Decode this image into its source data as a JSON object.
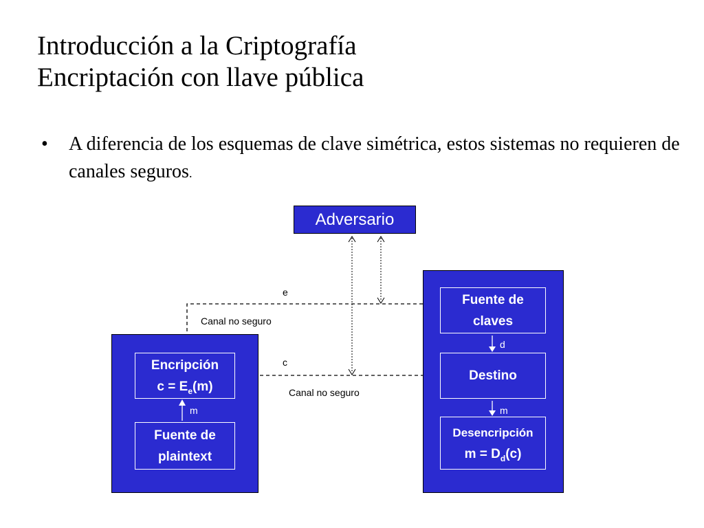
{
  "slide": {
    "title_line1": "Introducción a la Criptografía",
    "title_line2": "Encriptación con llave pública",
    "bullet_symbol": "•",
    "bullet_text": "A diferencia de los esquemas de clave simétrica, estos sistemas no requieren de canales seguros",
    "bullet_period": "."
  },
  "diagram": {
    "adversary": "Adversario",
    "sender": {
      "encryption_title": "Encripción",
      "encryption_formula_prefix": "c = E",
      "encryption_formula_sub": "e",
      "encryption_formula_suffix": "(m)",
      "plaintext_source_line1": "Fuente de",
      "plaintext_source_line2": "plaintext",
      "arrow_label_m": "m"
    },
    "receiver": {
      "key_source_line1": "Fuente de",
      "key_source_line2": "claves",
      "arrow_label_d": "d",
      "destination": "Destino",
      "arrow_label_m": "m",
      "decryption_title": "Desencripción",
      "decryption_formula_prefix": "m = D",
      "decryption_formula_sub": "d",
      "decryption_formula_suffix": "(c)"
    },
    "channel_e_label": "e",
    "channel_e_caption": "Canal no seguro",
    "channel_c_label": "c",
    "channel_c_caption": "Canal no seguro"
  }
}
